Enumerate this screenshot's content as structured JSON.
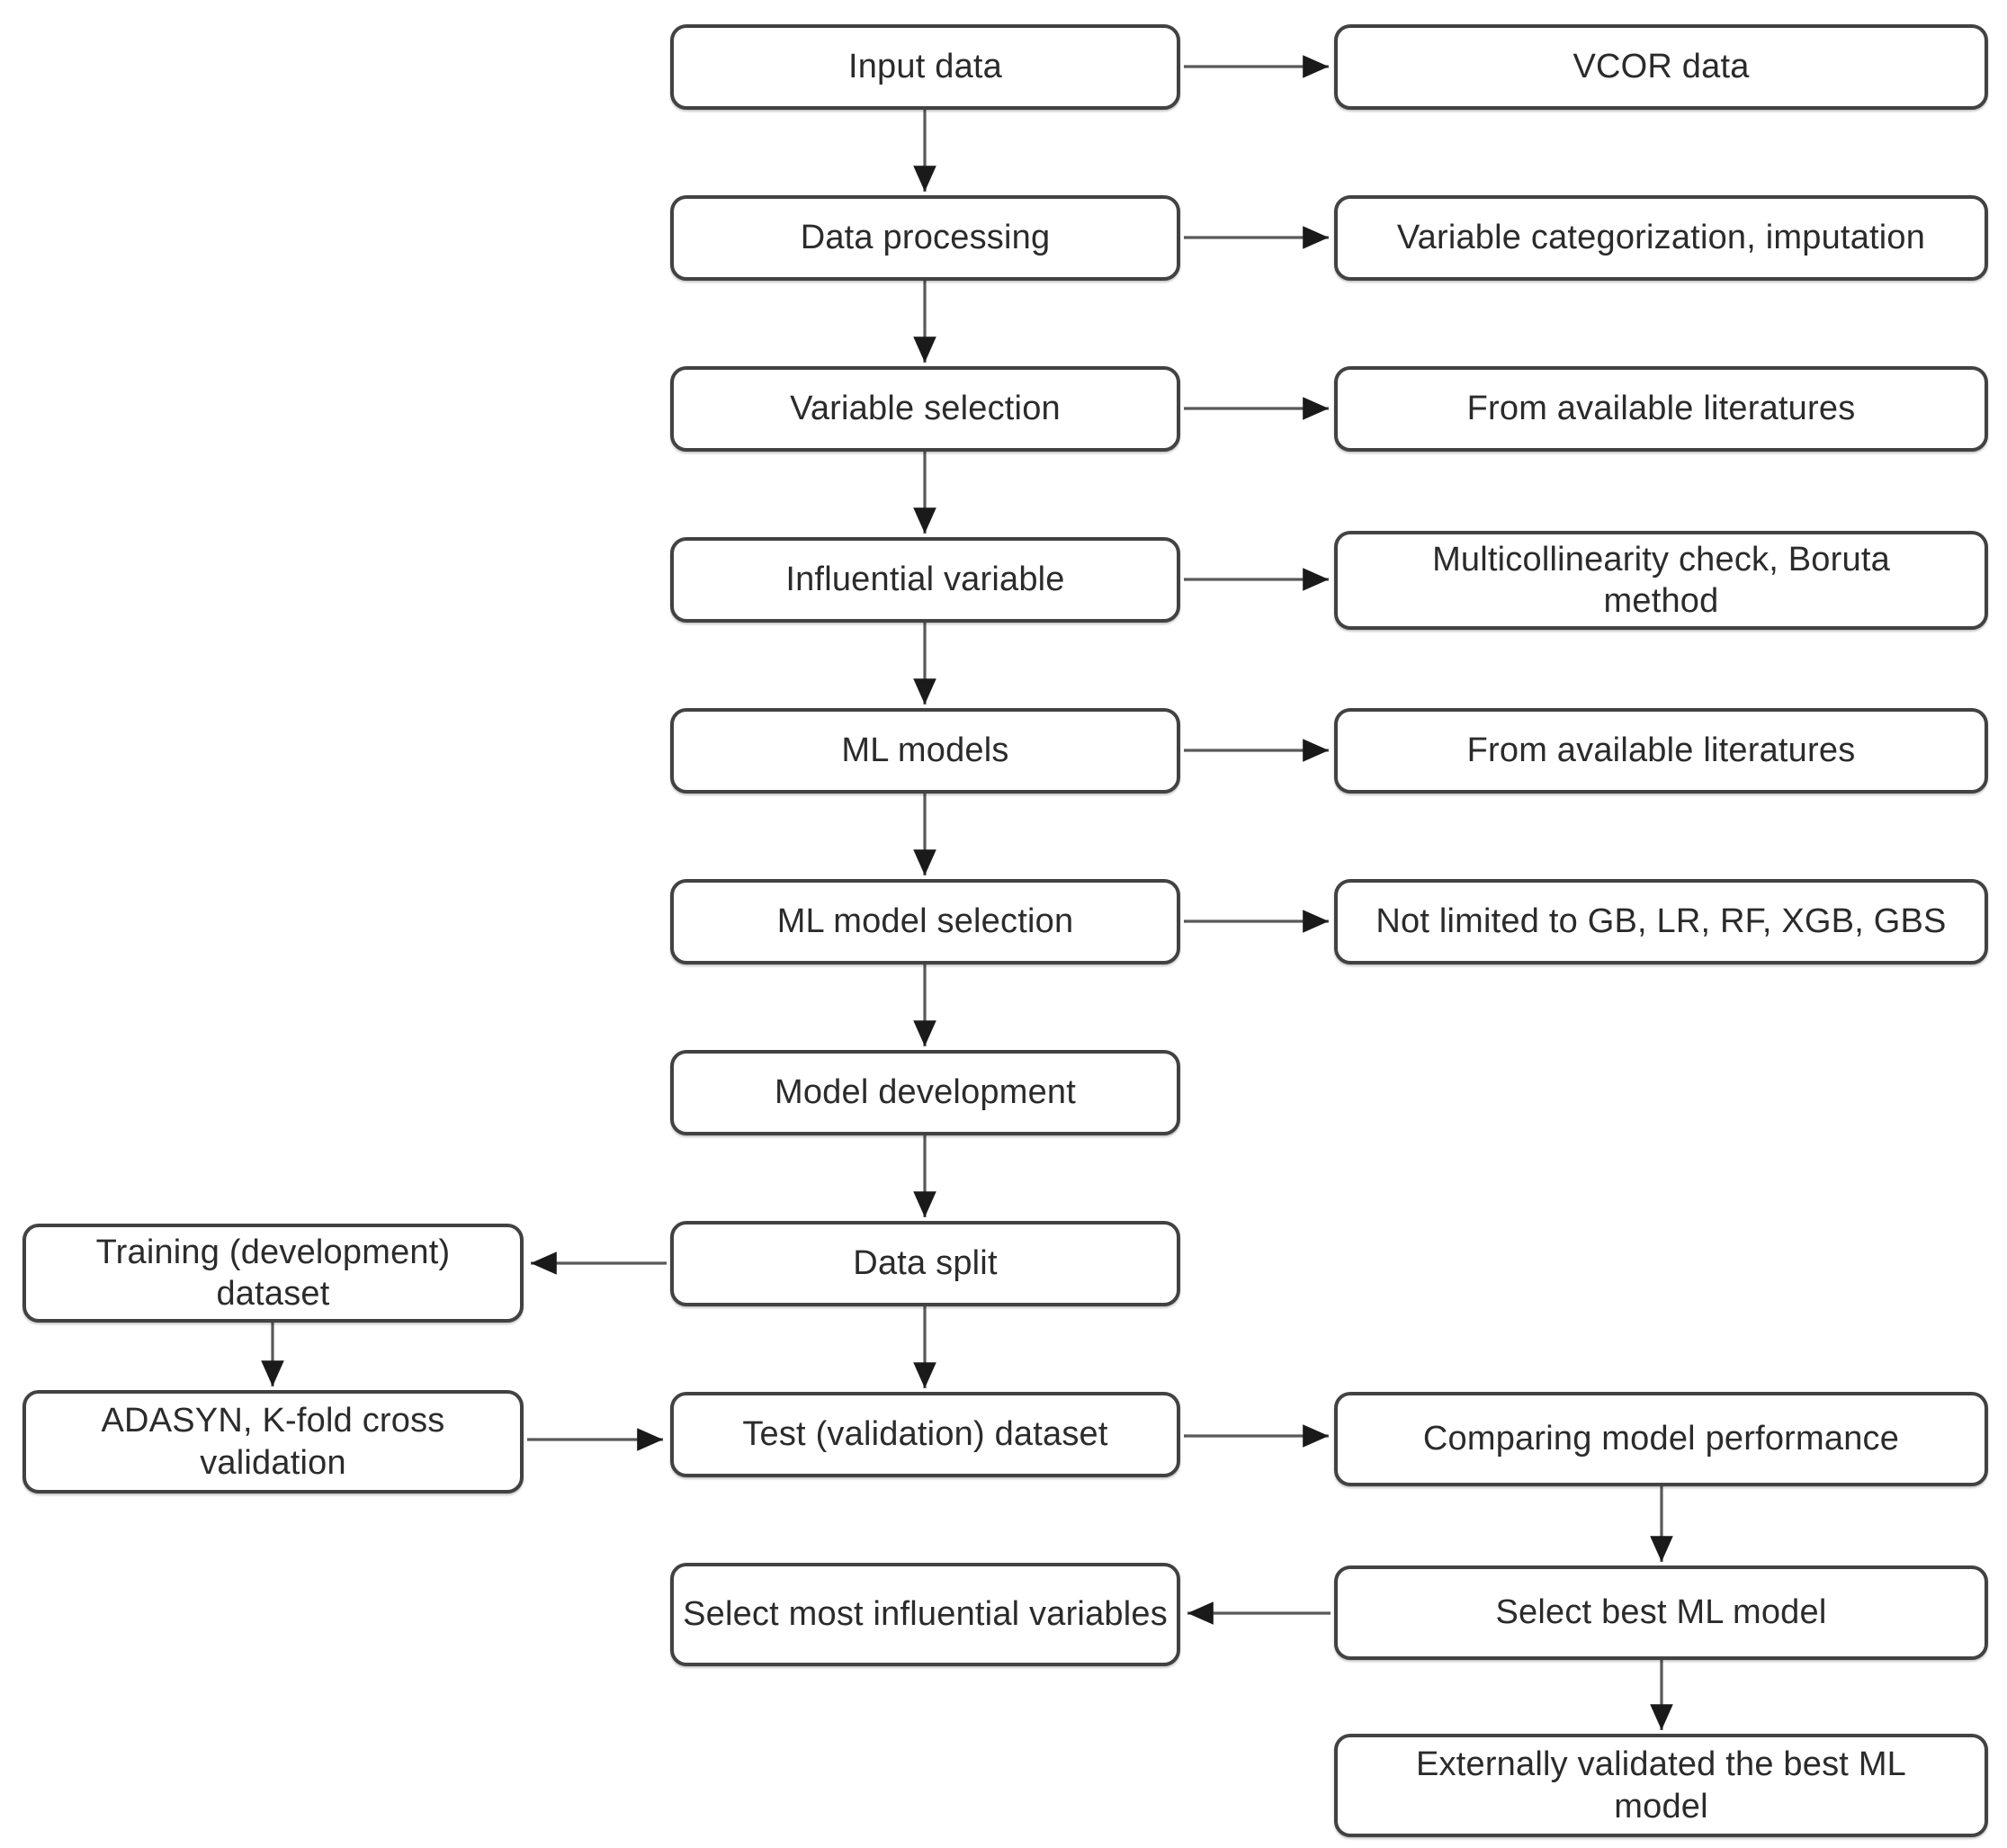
{
  "diagram": {
    "type": "flowchart",
    "nodes": {
      "input_data": {
        "label": "Input data"
      },
      "vcor_data": {
        "label": "VCOR data"
      },
      "data_processing": {
        "label": "Data processing"
      },
      "variable_categorization": {
        "label": "Variable categorization, imputation"
      },
      "variable_selection": {
        "label": "Variable selection"
      },
      "from_literature_1": {
        "label": "From available literatures"
      },
      "influential_variable": {
        "label": "Influential variable"
      },
      "multicollinearity": {
        "label": "Multicollinearity check, Boruta method"
      },
      "ml_models": {
        "label": "ML models"
      },
      "from_literature_2": {
        "label": "From available literatures"
      },
      "ml_model_selection": {
        "label": "ML model selection"
      },
      "not_limited": {
        "label": "Not limited to GB, LR, RF, XGB, GBS"
      },
      "model_development": {
        "label": "Model development"
      },
      "data_split": {
        "label": "Data split"
      },
      "training_dataset": {
        "label": "Training (development) dataset"
      },
      "adasyn": {
        "label": "ADASYN, K-fold cross validation"
      },
      "test_dataset": {
        "label": "Test (validation) dataset"
      },
      "comparing_performance": {
        "label": "Comparing model performance"
      },
      "select_influential": {
        "label": "Select most influential variables"
      },
      "select_best_model": {
        "label": "Select best ML model"
      },
      "external_validation": {
        "label": "Externally validated the best ML model"
      }
    },
    "edges": [
      {
        "from": "input_data",
        "to": "vcor_data"
      },
      {
        "from": "input_data",
        "to": "data_processing"
      },
      {
        "from": "data_processing",
        "to": "variable_categorization"
      },
      {
        "from": "data_processing",
        "to": "variable_selection"
      },
      {
        "from": "variable_selection",
        "to": "from_literature_1"
      },
      {
        "from": "variable_selection",
        "to": "influential_variable"
      },
      {
        "from": "influential_variable",
        "to": "multicollinearity"
      },
      {
        "from": "influential_variable",
        "to": "ml_models"
      },
      {
        "from": "ml_models",
        "to": "from_literature_2"
      },
      {
        "from": "ml_models",
        "to": "ml_model_selection"
      },
      {
        "from": "ml_model_selection",
        "to": "not_limited"
      },
      {
        "from": "ml_model_selection",
        "to": "model_development"
      },
      {
        "from": "model_development",
        "to": "data_split"
      },
      {
        "from": "data_split",
        "to": "training_dataset"
      },
      {
        "from": "data_split",
        "to": "test_dataset"
      },
      {
        "from": "training_dataset",
        "to": "adasyn"
      },
      {
        "from": "adasyn",
        "to": "test_dataset"
      },
      {
        "from": "test_dataset",
        "to": "comparing_performance"
      },
      {
        "from": "comparing_performance",
        "to": "select_best_model"
      },
      {
        "from": "select_best_model",
        "to": "select_influential"
      },
      {
        "from": "select_best_model",
        "to": "external_validation"
      }
    ],
    "colors": {
      "box_fill": "#ffffff",
      "box_border": "#424242",
      "text": "#2b2b2b",
      "arrow_line": "#595959",
      "arrow_head": "#1a1a1a"
    }
  }
}
